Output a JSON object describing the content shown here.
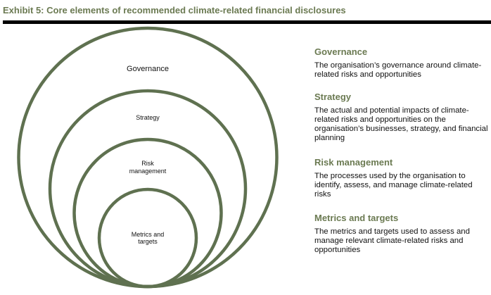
{
  "exhibit": {
    "title": "Exhibit 5: Core elements of recommended climate-related financial disclosures"
  },
  "diagram": {
    "ring_color": "#5f7150",
    "rings": [
      {
        "label": "Governance"
      },
      {
        "label": "Strategy"
      },
      {
        "label": "Risk\nmanagement"
      },
      {
        "label": "Metrics and\ntargets"
      }
    ]
  },
  "sections": [
    {
      "heading": "Governance",
      "body": "The organisation’s governance around climate-related risks and opportunities"
    },
    {
      "heading": "Strategy",
      "body": "The actual and potential impacts of climate-related risks and opportunities on the organisation’s businesses, strategy, and financial planning"
    },
    {
      "heading": "Risk management",
      "body": "The processes used by the organisation to identify, assess, and manage climate-related risks"
    },
    {
      "heading": "Metrics and targets",
      "body": "The metrics and targets used to assess and manage relevant climate-related risks and opportunities"
    }
  ],
  "colors": {
    "heading": "#6b7a52",
    "rule": "#000000",
    "text": "#111111"
  }
}
